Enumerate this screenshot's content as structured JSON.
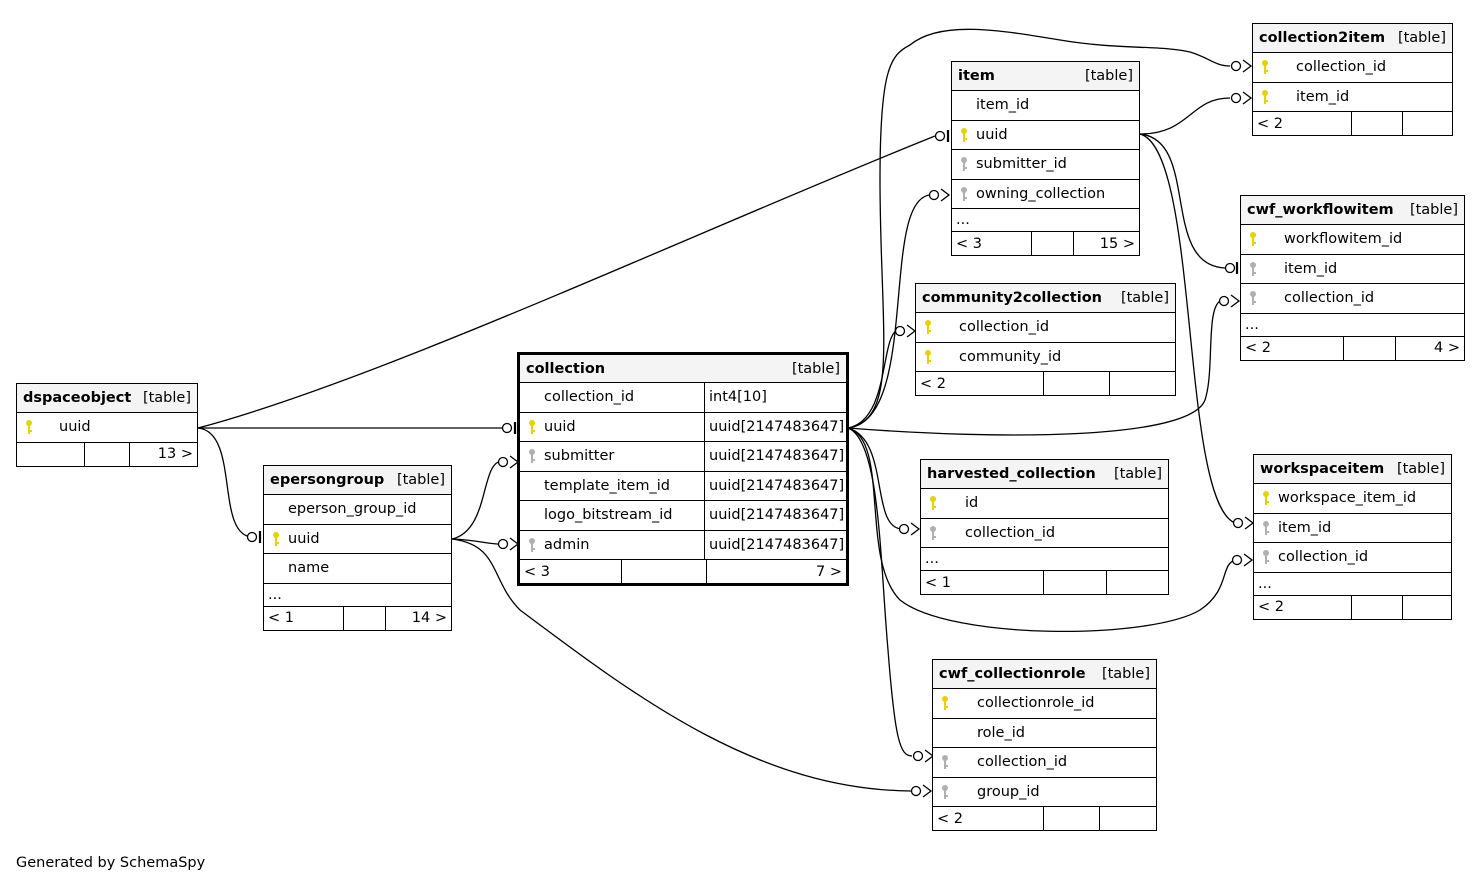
{
  "footer_text": "Generated by SchemaSpy",
  "colors": {
    "primary_key": "#e6d200",
    "foreign_key": "#b0b0b0"
  },
  "tables": {
    "dspaceobject": {
      "name": "dspaceobject",
      "kind": "[table]",
      "columns": [
        {
          "name": "uuid",
          "key": "primary-key-icon"
        }
      ],
      "footer": {
        "left": "",
        "mid": "",
        "right": "13 >"
      }
    },
    "epersongroup": {
      "name": "epersongroup",
      "kind": "[table]",
      "columns": [
        {
          "name": "eperson_group_id",
          "key": ""
        },
        {
          "name": "uuid",
          "key": "primary-key-icon"
        },
        {
          "name": "name",
          "key": ""
        }
      ],
      "ellipsis": "...",
      "footer": {
        "left": "< 1",
        "mid": "",
        "right": "14 >"
      }
    },
    "collection": {
      "name": "collection",
      "kind": "[table]",
      "columns": [
        {
          "name": "collection_id",
          "type": "int4[10]",
          "key": ""
        },
        {
          "name": "uuid",
          "type": "uuid[2147483647]",
          "key": "primary-key-icon"
        },
        {
          "name": "submitter",
          "type": "uuid[2147483647]",
          "key": "foreign-key-icon"
        },
        {
          "name": "template_item_id",
          "type": "uuid[2147483647]",
          "key": ""
        },
        {
          "name": "logo_bitstream_id",
          "type": "uuid[2147483647]",
          "key": ""
        },
        {
          "name": "admin",
          "type": "uuid[2147483647]",
          "key": "foreign-key-icon"
        }
      ],
      "footer": {
        "left": "< 3",
        "mid": "",
        "right": "7 >"
      }
    },
    "item": {
      "name": "item",
      "kind": "[table]",
      "columns": [
        {
          "name": "item_id",
          "key": ""
        },
        {
          "name": "uuid",
          "key": "primary-key-icon"
        },
        {
          "name": "submitter_id",
          "key": "foreign-key-icon"
        },
        {
          "name": "owning_collection",
          "key": "foreign-key-icon"
        }
      ],
      "ellipsis": "...",
      "footer": {
        "left": "< 3",
        "mid": "",
        "right": "15 >"
      }
    },
    "collection2item": {
      "name": "collection2item",
      "kind": "[table]",
      "columns": [
        {
          "name": "collection_id",
          "key": "primary-key-icon"
        },
        {
          "name": "item_id",
          "key": "primary-key-icon"
        }
      ],
      "footer": {
        "left": "< 2",
        "mid": "",
        "right": ""
      }
    },
    "cwf_workflowitem": {
      "name": "cwf_workflowitem",
      "kind": "[table]",
      "columns": [
        {
          "name": "workflowitem_id",
          "key": "primary-key-icon"
        },
        {
          "name": "item_id",
          "key": "foreign-key-icon"
        },
        {
          "name": "collection_id",
          "key": "foreign-key-icon"
        }
      ],
      "ellipsis": "...",
      "footer": {
        "left": "< 2",
        "mid": "",
        "right": "4 >"
      }
    },
    "community2collection": {
      "name": "community2collection",
      "kind": "[table]",
      "columns": [
        {
          "name": "collection_id",
          "key": "primary-key-icon"
        },
        {
          "name": "community_id",
          "key": "primary-key-icon"
        }
      ],
      "footer": {
        "left": "< 2",
        "mid": "",
        "right": ""
      }
    },
    "harvested_collection": {
      "name": "harvested_collection",
      "kind": "[table]",
      "columns": [
        {
          "name": "id",
          "key": "primary-key-icon"
        },
        {
          "name": "collection_id",
          "key": "foreign-key-icon"
        }
      ],
      "ellipsis": "...",
      "footer": {
        "left": "< 1",
        "mid": "",
        "right": ""
      }
    },
    "workspaceitem": {
      "name": "workspaceitem",
      "kind": "[table]",
      "columns": [
        {
          "name": "workspace_item_id",
          "key": "primary-key-icon"
        },
        {
          "name": "item_id",
          "key": "foreign-key-icon"
        },
        {
          "name": "collection_id",
          "key": "foreign-key-icon"
        }
      ],
      "ellipsis": "...",
      "footer": {
        "left": "< 2",
        "mid": "",
        "right": ""
      }
    },
    "cwf_collectionrole": {
      "name": "cwf_collectionrole",
      "kind": "[table]",
      "columns": [
        {
          "name": "collectionrole_id",
          "key": "primary-key-icon"
        },
        {
          "name": "role_id",
          "key": ""
        },
        {
          "name": "collection_id",
          "key": "foreign-key-icon"
        },
        {
          "name": "group_id",
          "key": "foreign-key-icon"
        }
      ],
      "footer": {
        "left": "< 2",
        "mid": "",
        "right": ""
      }
    }
  }
}
